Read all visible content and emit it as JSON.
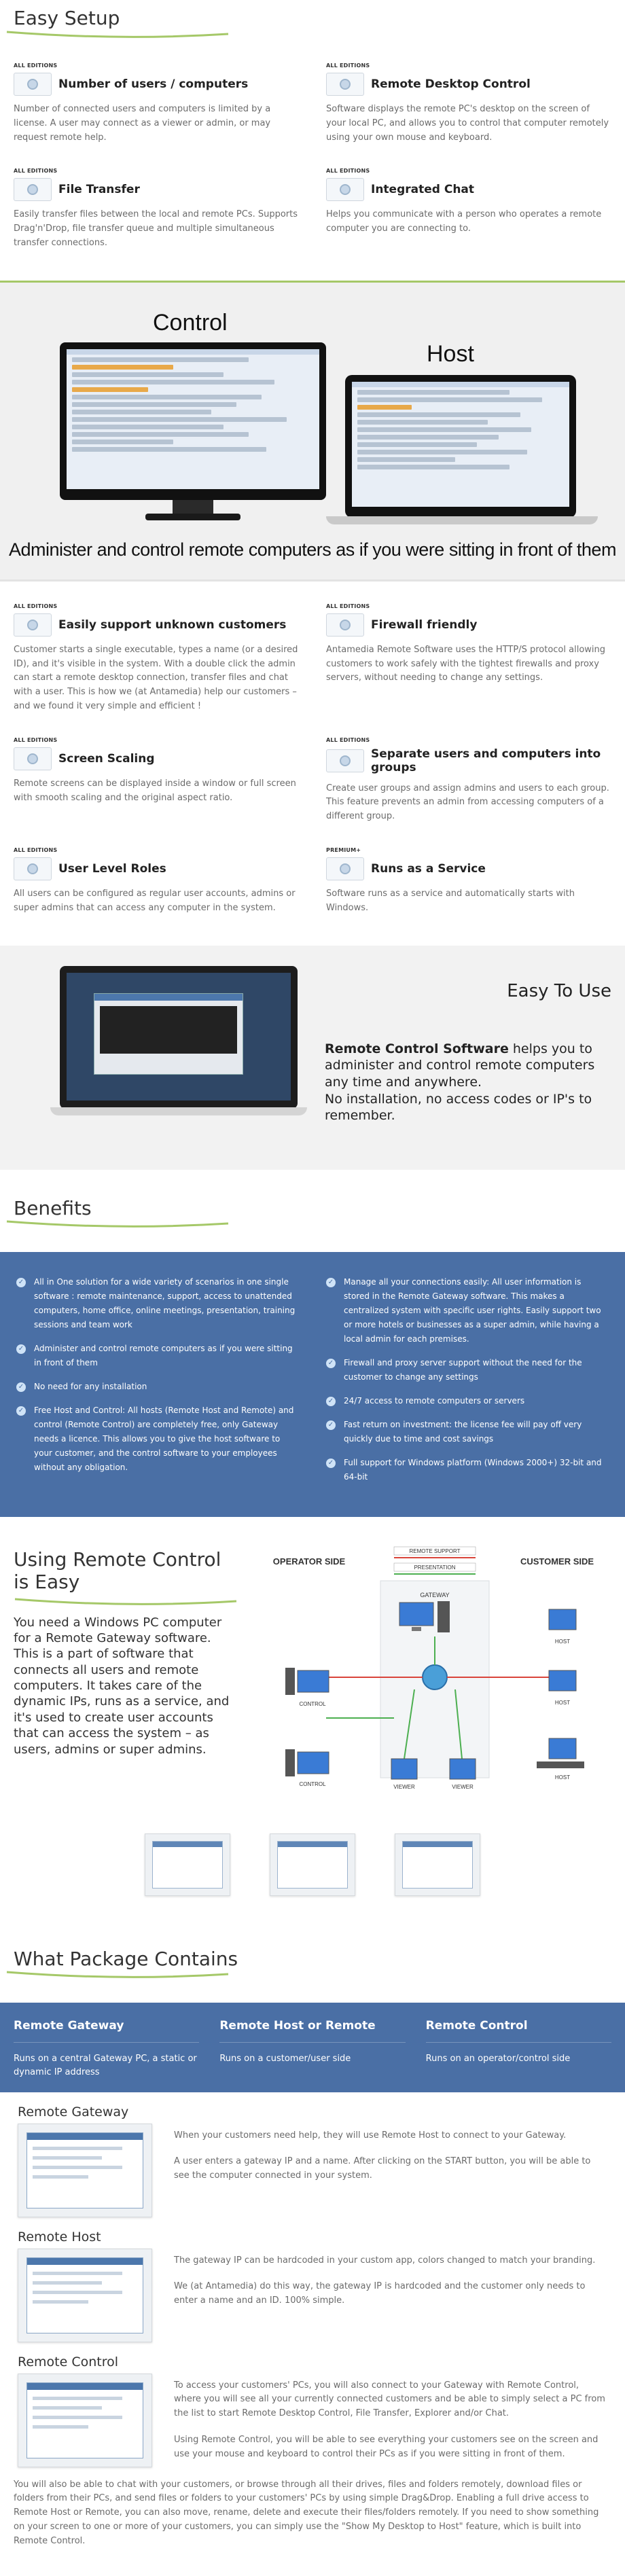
{
  "colors": {
    "accent_green": "#a5c868",
    "band_blue": "#4a6fa5",
    "feature_title": "#222222"
  },
  "easy_setup": {
    "title": "Easy Setup",
    "features": [
      {
        "badge": "ALL EDITIONS",
        "title": "Number of users / computers",
        "text": "Number of connected users and computers is limited by a license. A user may connect as a viewer or admin, or may request remote help.",
        "icon": "users-icon"
      },
      {
        "badge": "ALL EDITIONS",
        "title": "Remote Desktop Control",
        "text": "Software displays the remote PC's desktop on the screen of your local PC, and allows you to control that computer remotely using your own mouse and keyboard.",
        "icon": "desktop-icon"
      },
      {
        "badge": "ALL EDITIONS",
        "title": "File Transfer",
        "text": "Easily transfer files between the local and remote PCs. Supports Drag'n'Drop, file transfer queue and multiple simultaneous transfer connections.",
        "icon": "file-transfer-icon"
      },
      {
        "badge": "ALL EDITIONS",
        "title": "Integrated Chat",
        "text": "Helps you communicate with a person who operates a remote computer you are connecting to.",
        "icon": "chat-icon"
      }
    ]
  },
  "hero": {
    "label_control": "Control",
    "label_host": "Host",
    "caption": "Administer and control remote computers as if you were sitting in front of them"
  },
  "features2": [
    {
      "badge": "ALL EDITIONS",
      "title": "Easily support unknown customers",
      "text": "Customer starts a single executable, types a name (or a desired ID), and it's visible in the system. With a double click the admin can start a remote desktop connection, transfer files and chat with a user. This is how we (at Antamedia) help our customers – and we found it very simple and efficient !",
      "icon": "support-icon"
    },
    {
      "badge": "ALL EDITIONS",
      "title": "Firewall friendly",
      "text": "Antamedia Remote Software uses the HTTP/S protocol allowing customers to work safely with the tightest firewalls and proxy servers, without needing to change any settings.",
      "icon": "firewall-icon"
    },
    {
      "badge": "ALL EDITIONS",
      "title": "Screen Scaling",
      "text": "Remote screens can be displayed inside a window or full screen with smooth scaling and the original aspect ratio.",
      "icon": "scaling-icon"
    },
    {
      "badge": "ALL EDITIONS",
      "title": "Separate users and computers into groups",
      "text": "Create user groups and assign admins and users to each group. This feature prevents an admin from accessing computers of a different group.",
      "icon": "groups-icon"
    },
    {
      "badge": "ALL EDITIONS",
      "title": "User Level Roles",
      "text": "All users can be configured as regular user accounts, admins or super admins that can access any computer in the system.",
      "icon": "roles-icon"
    },
    {
      "badge": "PREMIUM+",
      "title": "Runs as a Service",
      "text": "Software runs as a service and automatically starts with Windows.",
      "icon": "service-icon"
    }
  ],
  "easy_to_use": {
    "title": "Easy To Use",
    "bold": "Remote Control Software",
    "text": " helps you to administer and control remote computers any time and anywhere.",
    "text2": "No installation, no access codes or IP's to remember."
  },
  "benefits": {
    "title": "Benefits",
    "left": [
      "All in One solution for a wide variety of scenarios in one single software : remote maintenance, support, access to unattended computers, home office, online meetings, presentation, training sessions and team work",
      "Administer and control remote computers as if you were sitting in front of them",
      "No need for any installation",
      "Free Host and Control: All hosts (Remote Host and Remote) and control (Remote Control) are completely free, only Gateway needs a licence. This allows you to give the host software to your customer, and the control software to your employees without any obligation."
    ],
    "right": [
      "Manage all your connections easily: All user information is stored in the Remote Gateway software. This makes a centralized system with specific user rights. Easily support two or more hotels or businesses as a super admin, while having a local admin for each premises.",
      "Firewall and proxy server support without the need for the customer to change any settings",
      "24/7 access to remote computers or servers",
      "Fast return on investment: the license fee will pay off very quickly due to time and cost savings",
      "Full support for Windows platform (Windows 2000+) 32-bit and 64-bit"
    ]
  },
  "using": {
    "title": "Using Remote Control is Easy",
    "text": "You need a Windows PC computer for a Remote Gateway software. This is a part of software that connects all users and remote computers. It takes care of the dynamic IPs, runs as a service, and it's used to create user accounts that can access the system – as users, admins or super admins.",
    "diagram": {
      "operator_side": "OPERATOR SIDE",
      "customer_side": "CUSTOMER SIDE",
      "remote_support": "REMOTE SUPPORT",
      "presentation": "PRESENTATION",
      "gateway": "GATEWAY",
      "control": "CONTROL",
      "viewer": "VIEWER",
      "host": "HOST"
    }
  },
  "package": {
    "title": "What Package Contains",
    "columns": [
      {
        "title": "Remote Gateway",
        "text": "Runs on a central Gateway PC, a static or dynamic IP address"
      },
      {
        "title": "Remote Host or Remote",
        "text": "Runs on a customer/user side"
      },
      {
        "title": "Remote Control",
        "text": "Runs on an operator/control side"
      }
    ],
    "sections": [
      {
        "title": "Remote Gateway",
        "paras": [
          "When your customers need help, they will use Remote Host to connect to your Gateway.",
          "A user enters a gateway IP and a name. After clicking on the START button, you will be able to see the computer connected in your system."
        ]
      },
      {
        "title": "Remote Host",
        "paras": [
          "The gateway IP can be hardcoded in your custom app, colors changed to match your branding.",
          "We (at Antamedia) do this way, the gateway IP is hardcoded and the customer only needs to enter a name and an ID. 100% simple."
        ]
      },
      {
        "title": "Remote Control",
        "paras": [
          "To access your customers' PCs, you will also connect to your Gateway with Remote Control, where you will see all your currently connected customers and be able to simply select a PC from the list to start Remote Desktop Control, File Transfer, Explorer and/or Chat.",
          "Using Remote Control, you will be able to see everything your customers see on the screen and use your mouse and keyboard to control their PCs as if you were sitting in front of them."
        ]
      }
    ],
    "final": "You will also be able to chat with your customers, or browse through all their drives, files and folders remotely, download files or folders from their PCs, and send files or folders to your customers' PCs by using simple Drag&Drop. Enabling a full drive access to Remote Host or Remote, you can also move, rename, delete and execute their files/folders remotely. If you need to show something on your screen to one or more of your customers, you can simply use the \"Show My Desktop to Host\" feature, which is built into Remote Control."
  }
}
